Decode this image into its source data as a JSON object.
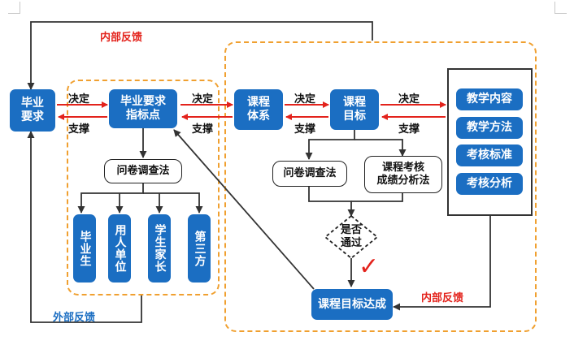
{
  "nodes": {
    "graduation_requirements": "毕业\n要求",
    "requirement_indicators": "毕业要求\n指标点",
    "course_system": "课程\n体系",
    "course_objectives": "课程\n目标",
    "teaching_content": "教学内容",
    "teaching_methods": "教学方法",
    "assessment_standards": "考核标准",
    "assessment_analysis": "考核分析",
    "survey_method_left": "问卷调查法",
    "survey_method_right": "问卷调查法",
    "score_analysis_method": "课程考核\n成绩分析法",
    "decision_pass": "是否\n通过",
    "objectives_achieved": "课程目标达成",
    "stakeholders": [
      "毕业生",
      "用人单位",
      "学生家长",
      "第三方"
    ]
  },
  "labels": {
    "decide": "决定",
    "support": "支撑",
    "internal_feedback": "内部反馈",
    "external_feedback": "外部反馈",
    "pass_mark": "✓"
  },
  "colors": {
    "node_blue": "#1b6ec2",
    "arrow_red": "#e3231c",
    "dashed_orange": "#f0a030",
    "line_dark": "#333333"
  }
}
